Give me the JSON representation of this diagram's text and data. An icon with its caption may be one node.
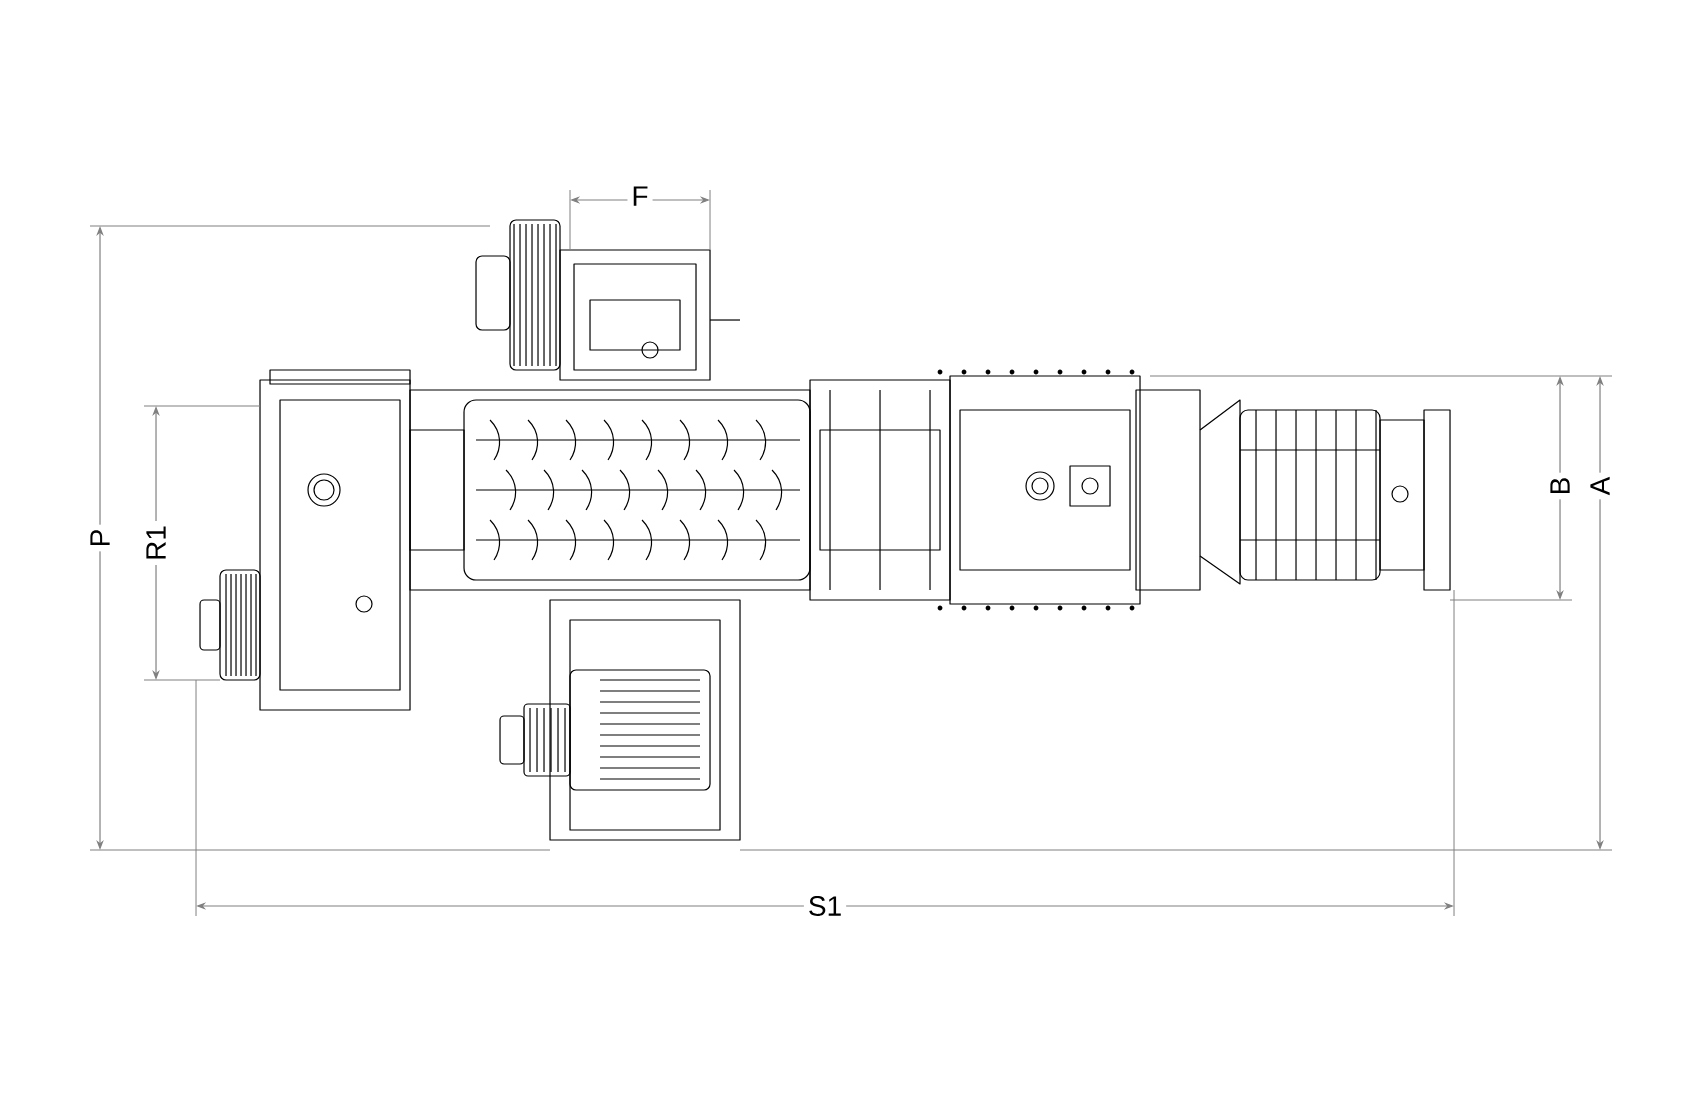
{
  "diagram": {
    "labels": [
      "F",
      "P",
      "R1",
      "B",
      "A",
      "S1"
    ]
  }
}
